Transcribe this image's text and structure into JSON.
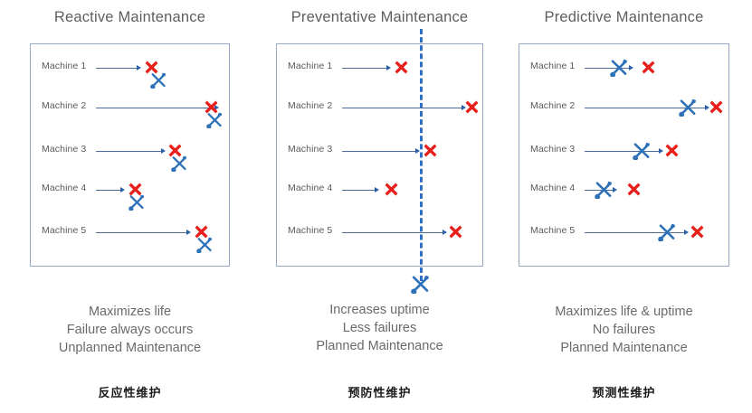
{
  "page": {
    "background": "#ffffff",
    "colors": {
      "failure_x": "#e8201b",
      "maintenance_tool": "#2d72b8",
      "arrow": "#4a6c9b",
      "box_border": "#97a8c4",
      "title_text": "#5e5e5e",
      "body_text": "#6a6a6a",
      "cn_text": "#1a1a1a",
      "dashed_line": "#2f6fc4"
    }
  },
  "panels": [
    {
      "id": "reactive",
      "title": "Reactive Maintenance",
      "has_dashed_line": false,
      "icon_order": "x-then-tool-below",
      "rows": [
        {
          "label": "Machine 1",
          "arrow_end_pct": 53,
          "x_pct": 60,
          "tool_pct": 64,
          "tool_below": true
        },
        {
          "label": "Machine 2",
          "arrow_end_pct": 92,
          "x_pct": 90,
          "tool_pct": 92,
          "tool_below": true
        },
        {
          "label": "Machine 3",
          "arrow_end_pct": 65,
          "x_pct": 72,
          "tool_pct": 74,
          "tool_below": true
        },
        {
          "label": "Machine 4",
          "arrow_end_pct": 45,
          "x_pct": 52,
          "tool_pct": 53,
          "tool_below": true
        },
        {
          "label": "Machine 5",
          "arrow_end_pct": 78,
          "x_pct": 85,
          "tool_pct": 87,
          "tool_below": true
        }
      ],
      "description": [
        "Maximizes life",
        "Failure always occurs",
        "Unplanned Maintenance"
      ],
      "cn_label": "反应性维护"
    },
    {
      "id": "preventative",
      "title": "Preventative Maintenance",
      "has_dashed_line": true,
      "dashed_line_pct": 70,
      "icon_order": "x-only",
      "bottom_tool": true,
      "rows": [
        {
          "label": "Machine 1",
          "arrow_end_pct": 53,
          "x_pct": 60,
          "tool_pct": null,
          "tool_below": false
        },
        {
          "label": "Machine 2",
          "arrow_end_pct": 89,
          "x_pct": 94,
          "tool_pct": null,
          "tool_below": false
        },
        {
          "label": "Machine 3",
          "arrow_end_pct": 67,
          "x_pct": 74,
          "tool_pct": null,
          "tool_below": false
        },
        {
          "label": "Machine 4",
          "arrow_end_pct": 47,
          "x_pct": 55,
          "tool_pct": null,
          "tool_below": false
        },
        {
          "label": "Machine 5",
          "arrow_end_pct": 80,
          "x_pct": 86,
          "tool_pct": null,
          "tool_below": false
        }
      ],
      "description": [
        "Increases uptime",
        "Less failures",
        "Planned Maintenance"
      ],
      "cn_label": "预防性维护"
    },
    {
      "id": "predictive",
      "title": "Predictive Maintenance",
      "has_dashed_line": false,
      "icon_order": "tool-then-x-inline",
      "rows": [
        {
          "label": "Machine 1",
          "arrow_end_pct": 52,
          "tool_pct": 47,
          "x_pct": 61,
          "tool_below": false
        },
        {
          "label": "Machine 2",
          "arrow_end_pct": 88,
          "tool_pct": 80,
          "x_pct": 93,
          "tool_below": false
        },
        {
          "label": "Machine 3",
          "arrow_end_pct": 66,
          "tool_pct": 58,
          "x_pct": 72,
          "tool_below": false
        },
        {
          "label": "Machine 4",
          "arrow_end_pct": 44,
          "tool_pct": 40,
          "x_pct": 54,
          "tool_below": false
        },
        {
          "label": "Machine 5",
          "arrow_end_pct": 78,
          "tool_pct": 70,
          "x_pct": 84,
          "tool_below": false
        }
      ],
      "description": [
        "Maximizes life & uptime",
        "No failures",
        "Planned Maintenance"
      ],
      "cn_label": "预测性维护"
    }
  ],
  "icons": {
    "failure": "red-x-icon",
    "maintenance": "wrench-screwdriver-icon",
    "arrow": "arrow-right-icon"
  }
}
